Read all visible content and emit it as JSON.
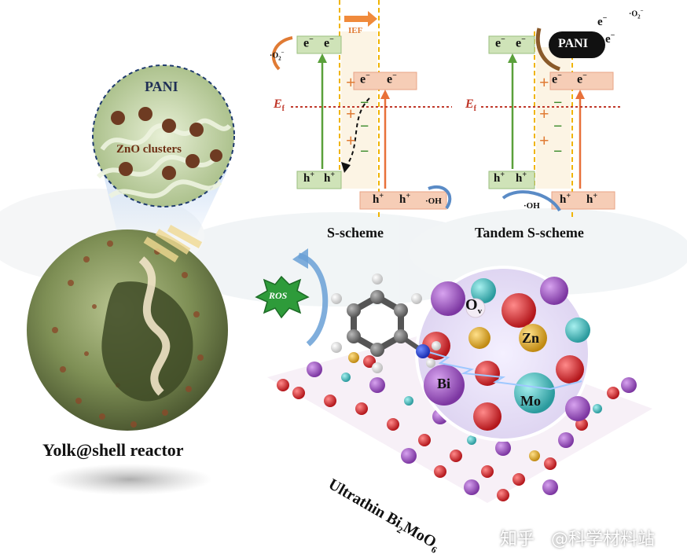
{
  "labels": {
    "pani_inset": "PANI",
    "zno_clusters": "ZnO clusters",
    "yolk_shell": "Yolk@shell reactor",
    "s_scheme": "S-scheme",
    "tandem_s_scheme": "Tandem S-scheme",
    "ros": "ROS",
    "ultrathin": "Ultrathin Bi",
    "ultrathin_sub2": "2",
    "ultrathin_mo": "MoO",
    "ultrathin_sub6": "6",
    "ief": "IEF",
    "pani_band": "PANI",
    "electron": "e",
    "hole": "h",
    "fermi_e": "E",
    "fermi_sub": "f",
    "superoxide": "·O",
    "hydroxyl": "·OH",
    "plus": "+",
    "minus": "−",
    "ov_letter": "O",
    "ov_sub": "v",
    "zn": "Zn",
    "bi": "Bi",
    "mo": "Mo"
  },
  "watermark": {
    "zhihu": "知乎",
    "at": "@",
    "site": "科学材料站"
  },
  "colors": {
    "green_band": "#cfe3b8",
    "orange_band": "#f6cdb6",
    "ief_orange": "#f08a3c",
    "fermi_red": "#c0392b",
    "bi_purple": "#9b4fbf",
    "o_red": "#d9262c",
    "mo_cyan": "#45bdbf",
    "zn_yellow": "#e0a928",
    "shell_green": "#8fa36b",
    "ros_green": "#2e9b3a"
  }
}
